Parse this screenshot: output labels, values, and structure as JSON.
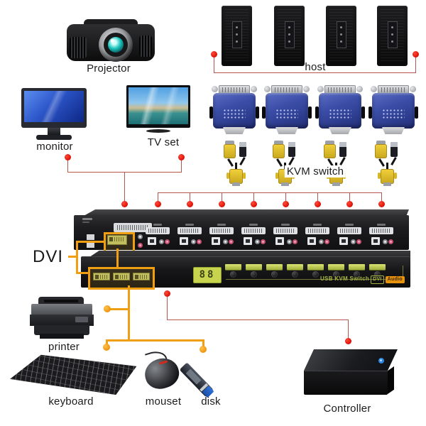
{
  "labels": {
    "projector": "Projector",
    "host": "host",
    "monitor": "monitor",
    "tv": "TV set",
    "kvm_switch": "KVM switch",
    "dvi": "DVI",
    "printer": "printer",
    "keyboard": "keyboard",
    "mouse": "mouset",
    "disk": "disk",
    "controller": "Controller"
  },
  "kvm": {
    "front_text": "USB KVM Switch",
    "front_logo": "DVI",
    "front_badge": "Audio",
    "display_value": "88",
    "rear_port_count": 8,
    "button_count": 8,
    "front_console_port_count": 3
  },
  "devices": {
    "host_count": 4,
    "adapter_count": 4,
    "cable_count": 4
  },
  "colors": {
    "line_red": "#b5574e",
    "dot_red": "#d90f04",
    "accent_orange": "#f09e12",
    "adapter_blue": "#3a4da6",
    "connector_yellow": "#e6c226",
    "button_green": "#b9c94e",
    "led_bezel_green": "#c9d44e"
  }
}
